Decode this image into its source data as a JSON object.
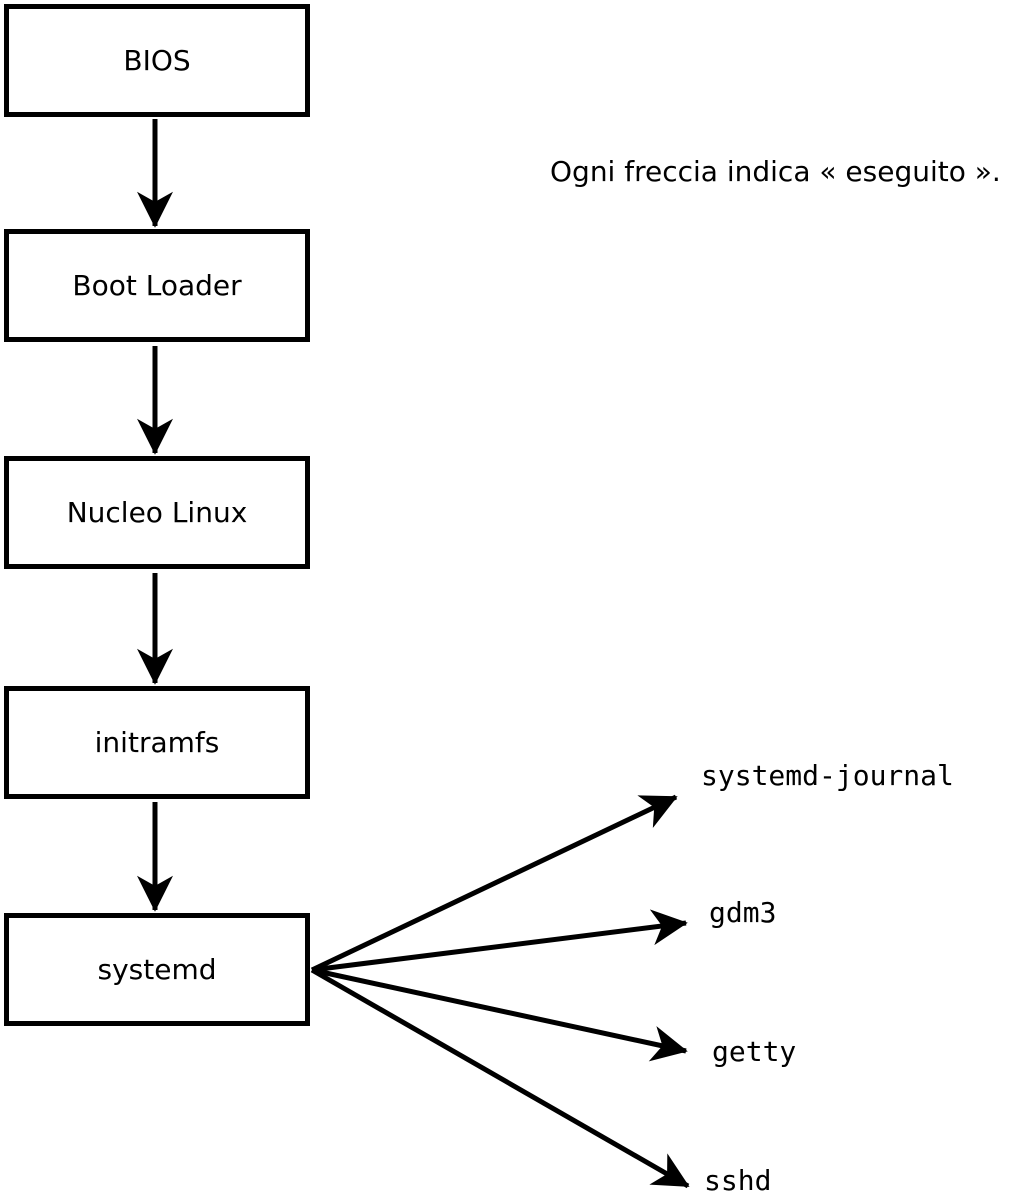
{
  "diagram": {
    "caption": "Ogni freccia indica « eseguito ».",
    "boxes": [
      {
        "id": "bios",
        "label": "BIOS"
      },
      {
        "id": "boot-loader",
        "label": "Boot Loader"
      },
      {
        "id": "nucleo-linux",
        "label": "Nucleo Linux"
      },
      {
        "id": "initramfs",
        "label": "initramfs"
      },
      {
        "id": "systemd",
        "label": "systemd"
      }
    ],
    "services": [
      {
        "id": "systemd-journal",
        "label": "systemd-journal"
      },
      {
        "id": "gdm3",
        "label": "gdm3"
      },
      {
        "id": "getty",
        "label": "getty"
      },
      {
        "id": "sshd",
        "label": "sshd"
      }
    ],
    "edges": [
      {
        "from": "bios",
        "to": "boot-loader"
      },
      {
        "from": "boot-loader",
        "to": "nucleo-linux"
      },
      {
        "from": "nucleo-linux",
        "to": "initramfs"
      },
      {
        "from": "initramfs",
        "to": "systemd"
      },
      {
        "from": "systemd",
        "to": "systemd-journal"
      },
      {
        "from": "systemd",
        "to": "gdm3"
      },
      {
        "from": "systemd",
        "to": "getty"
      },
      {
        "from": "systemd",
        "to": "sshd"
      }
    ],
    "colors": {
      "line": "#000000",
      "background": "#ffffff",
      "text": "#000000"
    }
  }
}
